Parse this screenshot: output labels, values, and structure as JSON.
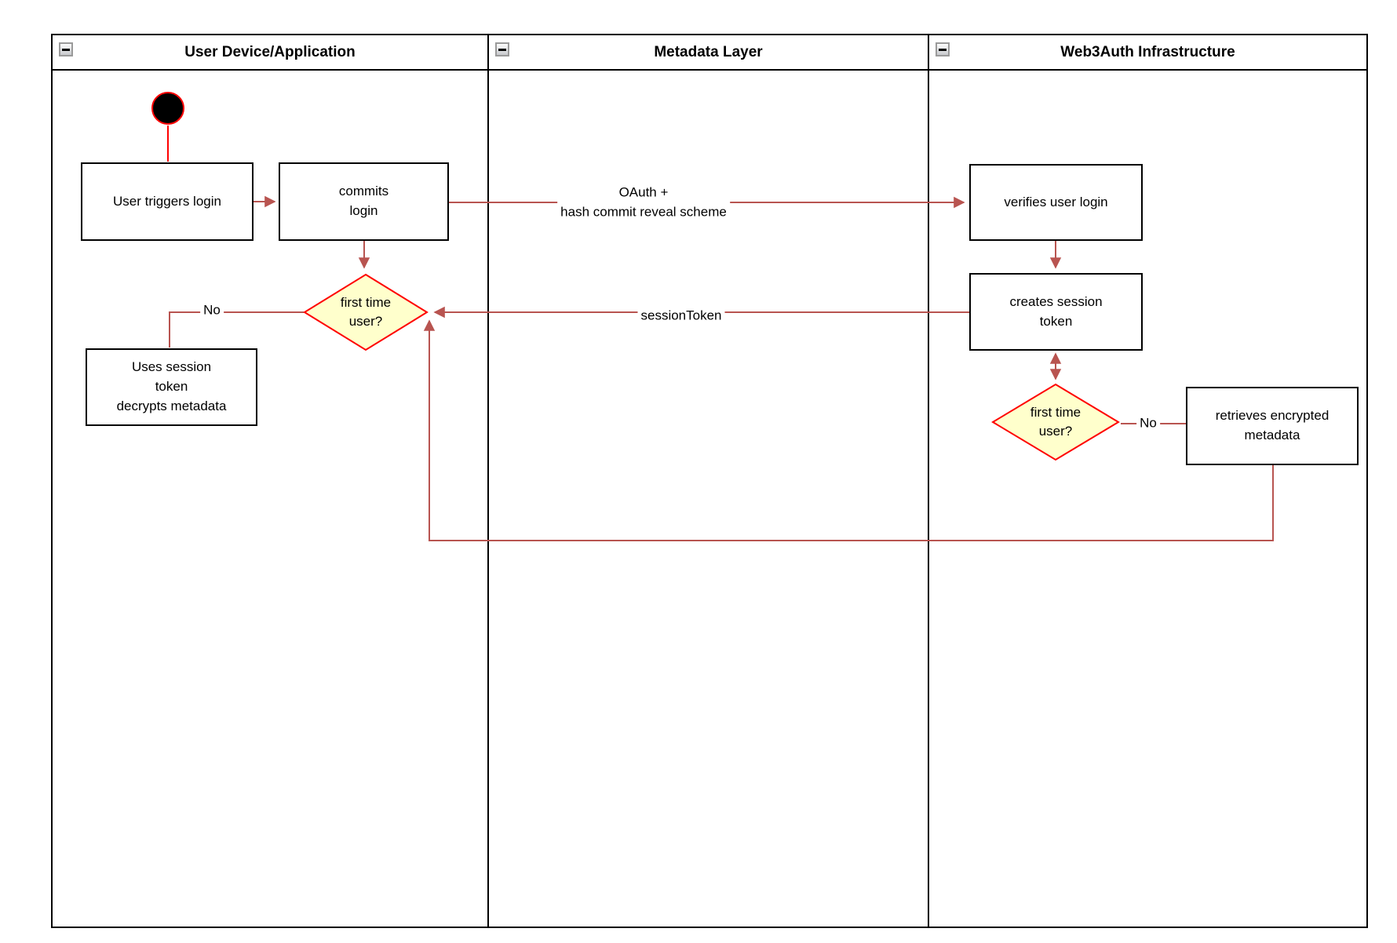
{
  "lanes": [
    {
      "title": "User Device/Application"
    },
    {
      "title": "Metadata Layer"
    },
    {
      "title": "Web3Auth Infrastructure"
    }
  ],
  "nodes": {
    "user_triggers_login": "User triggers login",
    "commits_login": "commits\nlogin",
    "first_time_user_local": "first time\nuser?",
    "uses_session_token": "Uses session\ntoken\ndecrypts metadata",
    "verifies_user_login": "verifies user login",
    "creates_session_token": "creates session\ntoken",
    "first_time_user_infra": "first time\nuser?",
    "retrieves_encrypted_metadata": "retrieves encrypted\nmetadata"
  },
  "edge_labels": {
    "oauth": "OAuth +\nhash commit reveal scheme",
    "session_token": "sessionToken",
    "no_local": "No",
    "no_infra": "No"
  },
  "colors": {
    "connector": "#b85450",
    "accent_red": "#ff0000",
    "diamond_fill": "#ffffcc",
    "node_border": "#000000",
    "lane_border": "#000000",
    "start_fill": "#000000"
  }
}
